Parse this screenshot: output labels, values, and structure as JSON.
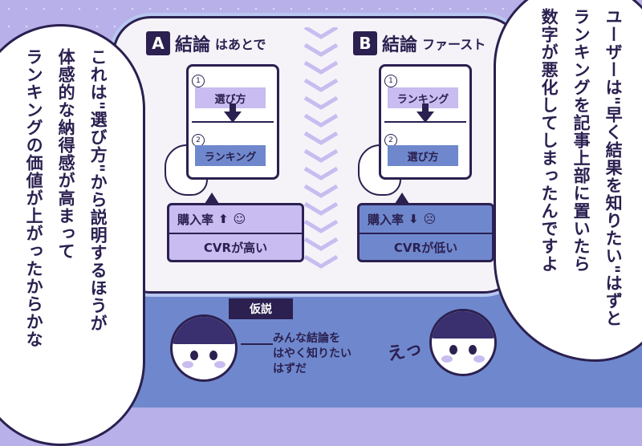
{
  "panel": {
    "col_a": {
      "badge": "A",
      "title": "結論",
      "subtitle": "はあとで",
      "step1": "選び方",
      "step2": "ランキング",
      "num1": "1",
      "num2": "2",
      "metric": "購入率",
      "metric_arrow": "⬆",
      "result": "CVRが高い"
    },
    "col_b": {
      "badge": "B",
      "title": "結論",
      "subtitle": "ファースト",
      "step1": "ランキング",
      "step2": "選び方",
      "num1": "1",
      "num2": "2",
      "metric": "購入率",
      "metric_arrow": "⬇",
      "result": "CVRが低い"
    }
  },
  "left_bubble": {
    "lines": [
      "これは\"選び方\"から説明するほうが",
      "体感的な納得感が高まって",
      "ランキングの価値が上がったからかな"
    ]
  },
  "right_bubble": {
    "lines": [
      "ユーザーは\"早く結果を知りたい\"はずと",
      "ランキングを記事上部に置いたら",
      "数字が悪化してしまったんですよ"
    ]
  },
  "bottom": {
    "hypothesis_label": "仮説",
    "speech": [
      "みんな結論を",
      "はやく知りたい",
      "はずだ"
    ],
    "exclaim": "えっ"
  },
  "colors": {
    "navy": "#2b2050",
    "lavender": "#c9bcf0",
    "blue": "#6f88cd",
    "bg": "#b8b0e8"
  }
}
